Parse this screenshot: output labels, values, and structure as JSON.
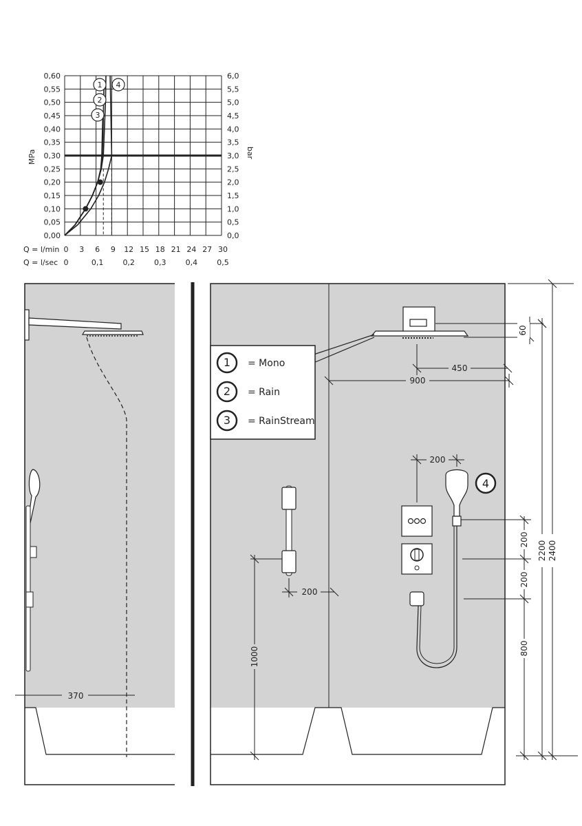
{
  "chart": {
    "left_axis_unit": "MPa",
    "right_axis_unit": "bar",
    "left_ticks": [
      "0,00",
      "0,05",
      "0,10",
      "0,15",
      "0,20",
      "0,25",
      "0,30",
      "0,35",
      "0,40",
      "0,45",
      "0,50",
      "0,55",
      "0,60"
    ],
    "right_ticks": [
      "0,0",
      "0,5",
      "1,0",
      "1,5",
      "2,0",
      "2,5",
      "3,0",
      "3,5",
      "4,0",
      "4,5",
      "5,0",
      "5,5",
      "6,0"
    ],
    "q_lmin_label": "Q = l/min",
    "q_lmin_ticks": [
      "0",
      "3",
      "6",
      "9",
      "12",
      "15",
      "18",
      "21",
      "24",
      "27",
      "30"
    ],
    "q_lsec_label": "Q = l/sec",
    "q_lsec_ticks": [
      "0",
      "0,1",
      "0,2",
      "0,3",
      "0,4",
      "0,5"
    ],
    "curve_markers": [
      "1",
      "2",
      "3",
      "4"
    ]
  },
  "chart_data": {
    "type": "line",
    "x_unit": "l/min",
    "y_unit": "MPa",
    "xlim": [
      0,
      30
    ],
    "ylim": [
      0,
      0.6
    ],
    "grid": true,
    "reference_line_y": 0.3,
    "series": [
      {
        "name": "1",
        "points": [
          [
            0,
            0
          ],
          [
            2,
            0.04
          ],
          [
            4,
            0.1
          ],
          [
            5.3,
            0.15
          ],
          [
            6.3,
            0.2
          ],
          [
            7,
            0.25
          ],
          [
            7.4,
            0.3
          ],
          [
            7.6,
            0.4
          ],
          [
            7.8,
            0.5
          ],
          [
            7.9,
            0.6
          ]
        ]
      },
      {
        "name": "2",
        "points": [
          [
            0,
            0
          ],
          [
            2,
            0.04
          ],
          [
            4,
            0.1
          ],
          [
            5.3,
            0.15
          ],
          [
            6.3,
            0.2
          ],
          [
            7,
            0.25
          ],
          [
            7.2,
            0.3
          ],
          [
            7.35,
            0.4
          ],
          [
            7.45,
            0.5
          ],
          [
            7.5,
            0.55
          ]
        ]
      },
      {
        "name": "3",
        "points": [
          [
            0,
            0
          ],
          [
            2,
            0.04
          ],
          [
            4,
            0.1
          ],
          [
            5.3,
            0.15
          ],
          [
            6.3,
            0.2
          ],
          [
            6.9,
            0.25
          ],
          [
            7.1,
            0.3
          ],
          [
            7.2,
            0.38
          ],
          [
            7.3,
            0.45
          ]
        ]
      },
      {
        "name": "4",
        "points": [
          [
            0,
            0
          ],
          [
            2.5,
            0.04
          ],
          [
            5,
            0.1
          ],
          [
            6.5,
            0.15
          ],
          [
            7.6,
            0.2
          ],
          [
            8.4,
            0.25
          ],
          [
            9,
            0.3
          ],
          [
            8.9,
            0.4
          ],
          [
            8.8,
            0.5
          ],
          [
            8.7,
            0.6
          ]
        ]
      }
    ],
    "markers": [
      [
        4,
        0.1
      ],
      [
        6.8,
        0.2
      ]
    ],
    "dashed_x": [
      7.4,
      9
    ]
  },
  "legend": {
    "items": [
      {
        "num": "1",
        "label": "= Mono"
      },
      {
        "num": "2",
        "label": "= Rain"
      },
      {
        "num": "3",
        "label": "= RainStream"
      }
    ],
    "handshower_num": "4"
  },
  "dimensions": {
    "left_reach": "370",
    "arm_reach": "900",
    "head_offset": "450",
    "head_height": "60",
    "module_spacing": "200",
    "rail_offset": "200",
    "rail_height": "1000",
    "v_200_a": "200",
    "v_200_b": "200",
    "v_800": "800",
    "v_2200": "2200",
    "v_2400": "2400"
  },
  "colors": {
    "wall": "#d3d3d3",
    "line": "#222222"
  }
}
